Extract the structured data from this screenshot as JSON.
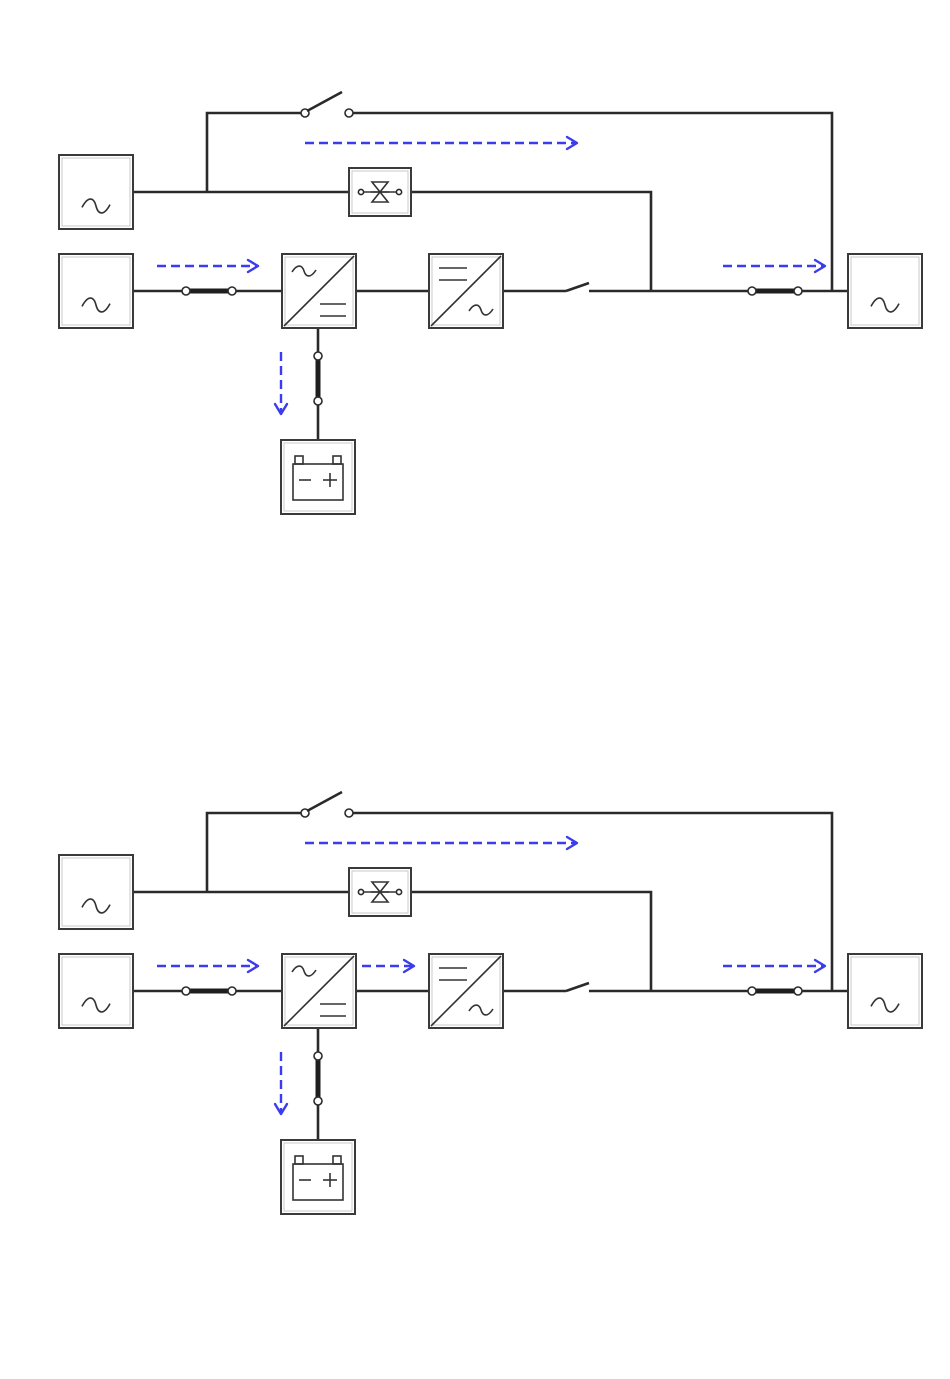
{
  "diagrams": [
    {
      "id": "diagram-1",
      "name": "power-flow-diagram-1",
      "rectifier_to_inverter_flow": false
    },
    {
      "id": "diagram-2",
      "name": "power-flow-diagram-2",
      "rectifier_to_inverter_flow": true
    }
  ],
  "symbols": {
    "ac_source": "ac-sine-icon",
    "rectifier": "ac-dc-converter-icon",
    "inverter": "dc-ac-converter-icon",
    "static_switch": "thyristor-static-switch-icon",
    "battery": "battery-icon",
    "manual_bypass": "manual-bypass-switch-icon",
    "breaker": "breaker-icon"
  },
  "colors": {
    "flow_arrow": "#3b3bef",
    "wire": "#2a2a2a"
  }
}
